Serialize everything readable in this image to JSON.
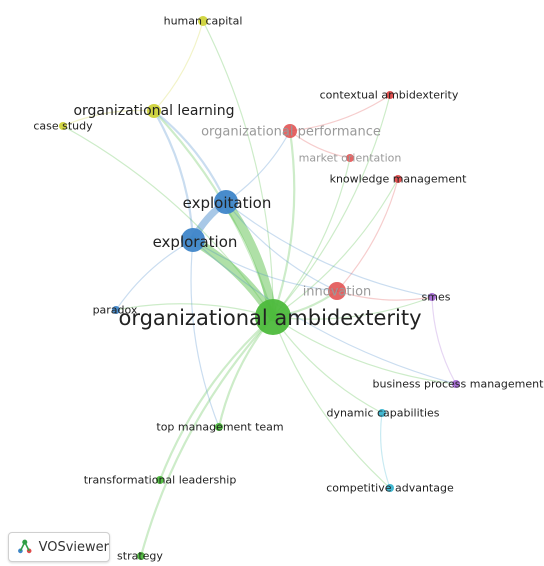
{
  "network": {
    "colors": {
      "red": "#e04a4a",
      "yellow": "#cfd33a",
      "blue": "#3f86c9",
      "green": "#4dbb3c",
      "purple": "#a56ad4",
      "cyan": "#3ab5d0"
    },
    "nodes": [
      {
        "id": "oa",
        "label": "organizational ambidexterity",
        "cluster": "green",
        "weight": 10
      },
      {
        "id": "exploitation",
        "label": "exploitation",
        "cluster": "blue",
        "weight": 6
      },
      {
        "id": "exploration",
        "label": "exploration",
        "cluster": "blue",
        "weight": 6
      },
      {
        "id": "org_learning",
        "label": "organizational learning",
        "cluster": "yellow",
        "weight": 4
      },
      {
        "id": "human_capital",
        "label": "human capital",
        "cluster": "yellow",
        "weight": 2
      },
      {
        "id": "case_study",
        "label": "case study",
        "cluster": "yellow",
        "weight": 2
      },
      {
        "id": "org_performance",
        "label": "organizational performance",
        "cluster": "red",
        "weight": 4
      },
      {
        "id": "contextual_amb",
        "label": "contextual ambidexterity",
        "cluster": "red",
        "weight": 2
      },
      {
        "id": "market_orientation",
        "label": "market orientation",
        "cluster": "red",
        "weight": 2
      },
      {
        "id": "knowledge_mgmt",
        "label": "knowledge management",
        "cluster": "red",
        "weight": 2
      },
      {
        "id": "innovation",
        "label": "innovation",
        "cluster": "red",
        "weight": 4
      },
      {
        "id": "smes",
        "label": "smes",
        "cluster": "purple",
        "weight": 2
      },
      {
        "id": "bpm",
        "label": "business process management",
        "cluster": "purple",
        "weight": 2
      },
      {
        "id": "dynamic_cap",
        "label": "dynamic capabilities",
        "cluster": "cyan",
        "weight": 2
      },
      {
        "id": "competitive_adv",
        "label": "competitive advantage",
        "cluster": "cyan",
        "weight": 2
      },
      {
        "id": "paradox",
        "label": "paradox",
        "cluster": "blue",
        "weight": 2
      },
      {
        "id": "tmt",
        "label": "top management team",
        "cluster": "green",
        "weight": 2
      },
      {
        "id": "transformational",
        "label": "transformational leadership",
        "cluster": "green",
        "weight": 2
      },
      {
        "id": "strategy",
        "label": "strategy",
        "cluster": "green",
        "weight": 2
      }
    ],
    "links": [
      [
        "oa",
        "exploitation",
        5
      ],
      [
        "oa",
        "exploration",
        5
      ],
      [
        "exploitation",
        "exploration",
        4
      ],
      [
        "oa",
        "innovation",
        3
      ],
      [
        "oa",
        "org_performance",
        3
      ],
      [
        "oa",
        "org_learning",
        2
      ],
      [
        "oa",
        "human_capital",
        1
      ],
      [
        "oa",
        "case_study",
        1
      ],
      [
        "oa",
        "contextual_amb",
        1
      ],
      [
        "oa",
        "market_orientation",
        1
      ],
      [
        "oa",
        "knowledge_mgmt",
        1
      ],
      [
        "oa",
        "smes",
        1
      ],
      [
        "oa",
        "bpm",
        1
      ],
      [
        "oa",
        "dynamic_cap",
        1
      ],
      [
        "oa",
        "competitive_adv",
        1
      ],
      [
        "oa",
        "paradox",
        1
      ],
      [
        "oa",
        "tmt",
        2
      ],
      [
        "oa",
        "transformational",
        2
      ],
      [
        "oa",
        "strategy",
        2
      ],
      [
        "exploitation",
        "org_learning",
        2
      ],
      [
        "exploration",
        "org_learning",
        2
      ],
      [
        "exploitation",
        "org_performance",
        1
      ],
      [
        "exploration",
        "innovation",
        1
      ],
      [
        "exploitation",
        "innovation",
        1
      ],
      [
        "org_learning",
        "case_study",
        1
      ],
      [
        "org_learning",
        "human_capital",
        1
      ],
      [
        "innovation",
        "smes",
        1
      ],
      [
        "innovation",
        "knowledge_mgmt",
        1
      ],
      [
        "org_performance",
        "contextual_amb",
        1
      ],
      [
        "org_performance",
        "market_orientation",
        1
      ],
      [
        "exploration",
        "paradox",
        1
      ],
      [
        "smes",
        "bpm",
        1
      ],
      [
        "dynamic_cap",
        "competitive_adv",
        1
      ],
      [
        "exploration",
        "tmt",
        1
      ],
      [
        "exploitation",
        "smes",
        1
      ],
      [
        "exploration",
        "bpm",
        1
      ]
    ]
  },
  "branding": {
    "app_name": "VOSviewer"
  }
}
